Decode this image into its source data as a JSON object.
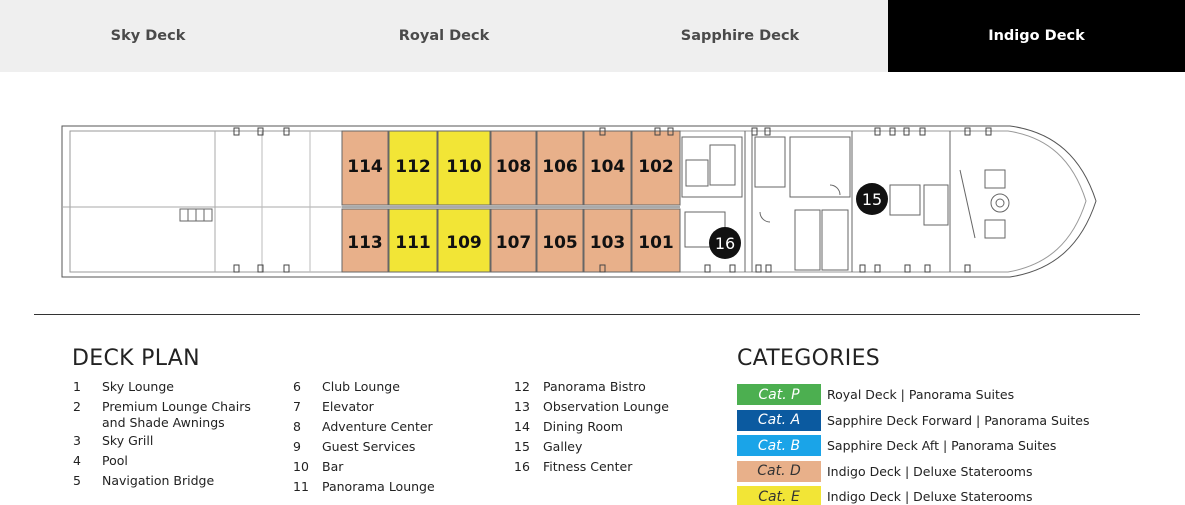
{
  "tabs": [
    {
      "label": "Sky Deck"
    },
    {
      "label": "Royal Deck"
    },
    {
      "label": "Sapphire Deck"
    },
    {
      "label": "Indigo Deck",
      "active": true
    }
  ],
  "deck_plan": {
    "cabins_top": [
      "114",
      "112",
      "110",
      "108",
      "106",
      "104",
      "102"
    ],
    "cabins_bottom": [
      "113",
      "111",
      "109",
      "107",
      "105",
      "103",
      "101"
    ],
    "markers": [
      "15",
      "16"
    ]
  },
  "legend": {
    "title": "DECK PLAN",
    "col1": [
      {
        "num": "1",
        "text": "Sky Lounge"
      },
      {
        "num": "2",
        "text": "Premium Lounge Chairs and Shade Awnings"
      },
      {
        "num": "3",
        "text": "Sky Grill"
      },
      {
        "num": "4",
        "text": "Pool"
      },
      {
        "num": "5",
        "text": "Navigation Bridge"
      }
    ],
    "col2": [
      {
        "num": "6",
        "text": "Club Lounge"
      },
      {
        "num": "7",
        "text": "Elevator"
      },
      {
        "num": "8",
        "text": "Adventure Center"
      },
      {
        "num": "9",
        "text": "Guest Services"
      },
      {
        "num": "10",
        "text": "Bar"
      },
      {
        "num": "11",
        "text": "Panorama Lounge"
      }
    ],
    "col3": [
      {
        "num": "12",
        "text": "Panorama Bistro"
      },
      {
        "num": "13",
        "text": "Observation Lounge"
      },
      {
        "num": "14",
        "text": "Dining Room"
      },
      {
        "num": "15",
        "text": "Galley"
      },
      {
        "num": "16",
        "text": "Fitness Center"
      }
    ]
  },
  "categories": {
    "title": "CATEGORIES",
    "items": [
      {
        "code": "Cat. P",
        "desc": "Royal Deck | Panorama Suites",
        "color": "#4caf50",
        "text_color": "#ffffff"
      },
      {
        "code": "Cat. A",
        "desc": "Sapphire Deck Forward | Panorama Suites",
        "color": "#0b5aa0",
        "text_color": "#ffffff"
      },
      {
        "code": "Cat. B",
        "desc": "Sapphire Deck Aft | Panorama Suites",
        "color": "#1aa4e8",
        "text_color": "#ffffff"
      },
      {
        "code": "Cat. D",
        "desc": "Indigo Deck | Deluxe Staterooms",
        "color": "#e8b08a",
        "text_color": "#333333"
      },
      {
        "code": "Cat. E",
        "desc": "Indigo Deck | Deluxe Staterooms",
        "color": "#f2e536",
        "text_color": "#333333"
      }
    ]
  },
  "colors": {
    "cat_d": "#e8b08a",
    "cat_e": "#f2e536"
  }
}
